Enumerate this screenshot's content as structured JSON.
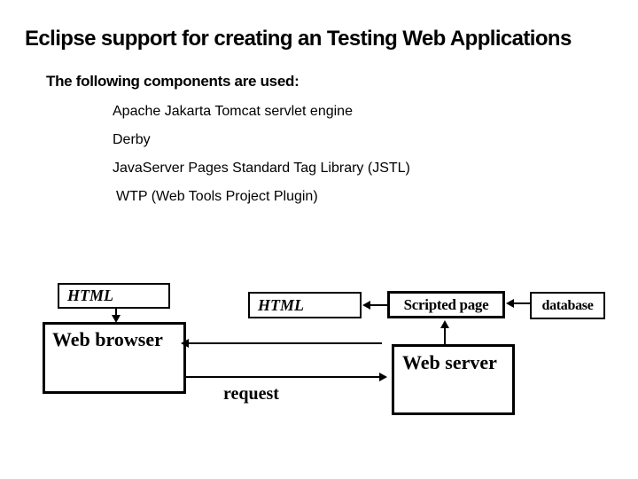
{
  "slide": {
    "title": "Eclipse support for creating an Testing Web Applications",
    "intro": "The following components are used:",
    "components": [
      "Apache Jakarta Tomcat servlet engine",
      "Derby",
      "JavaServer Pages Standard Tag Library (JSTL)",
      "WTP (Web Tools Project Plugin)"
    ]
  },
  "diagram": {
    "boxes": {
      "html_browser": "HTML",
      "web_browser": "Web browser",
      "html_server": "HTML",
      "scripted_page": "Scripted page",
      "database": "database",
      "web_server": "Web server"
    },
    "labels": {
      "request": "request"
    },
    "colors": {
      "background": "#ffffff",
      "text": "#000000",
      "line": "#000000"
    }
  }
}
